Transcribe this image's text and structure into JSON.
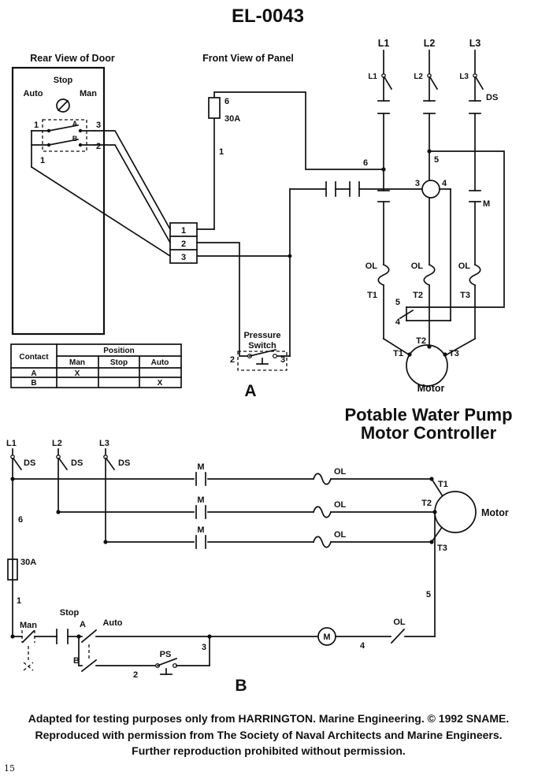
{
  "page": {
    "title": "EL-0043",
    "subtitle_line1": "Potable Water Pump",
    "subtitle_line2": "Motor Controller",
    "section_a_label": "A",
    "section_b_label": "B"
  },
  "diagram_a": {
    "rear_view_title": "Rear View of Door",
    "front_view_title": "Front View of Panel",
    "selector": {
      "stop": "Stop",
      "auto": "Auto",
      "man": "Man",
      "contact_a": "A",
      "contact_b": "B",
      "term_1_top": "1",
      "term_3": "3",
      "term_2": "2",
      "term_1_bottom": "1"
    },
    "fuse": {
      "wire_6": "6",
      "rating": "30A",
      "wire_1": "1"
    },
    "terminal_block": {
      "t1": "1",
      "t2": "2",
      "t3": "3"
    },
    "power": {
      "l1": "L1",
      "l2": "L2",
      "l3": "L3",
      "l1_small": "L1",
      "l2_small": "L2",
      "l3_small": "L3",
      "ds": "DS",
      "wire_6": "6",
      "wire_5": "5",
      "m_label": "M",
      "coil_wire_3": "3",
      "coil_wire_4": "4",
      "aux_wire_5": "5",
      "aux_wire_4": "4",
      "ol_1": "OL",
      "ol_2": "OL",
      "ol_3": "OL",
      "t1": "T1",
      "t2": "T2",
      "t3": "T3",
      "motor_t1": "T1",
      "motor_t2": "T2",
      "motor_t3": "T3",
      "motor_label": "Motor"
    },
    "pressure_switch": {
      "title_line1": "Pressure",
      "title_line2": "Switch",
      "wire_2": "2",
      "wire_3": "3"
    },
    "contact_table": {
      "contact_header": "Contact",
      "position_header": "Position",
      "col_man": "Man",
      "col_stop": "Stop",
      "col_auto": "Auto",
      "row_a_name": "A",
      "row_a_man": "X",
      "row_a_stop": "",
      "row_a_auto": "",
      "row_b_name": "B",
      "row_b_man": "",
      "row_b_stop": "",
      "row_b_auto": "X"
    }
  },
  "diagram_b": {
    "l1": "L1",
    "l2": "L2",
    "l3": "L3",
    "ds_1": "DS",
    "ds_2": "DS",
    "ds_3": "DS",
    "wire_6": "6",
    "fuse_rating": "30A",
    "wire_1": "1",
    "man": "Man",
    "stop": "Stop",
    "contact_a": "A",
    "auto": "Auto",
    "contact_b": "B",
    "wire_2": "2",
    "ps": "PS",
    "wire_3": "3",
    "coil_m": "M",
    "wire_4": "4",
    "ol_contact": "OL",
    "wire_5": "5",
    "m_1": "M",
    "m_2": "M",
    "m_3": "M",
    "ol_1": "OL",
    "ol_2": "OL",
    "ol_3": "OL",
    "t1": "T1",
    "t2": "T2",
    "t3": "T3",
    "motor_label": "Motor"
  },
  "footer": {
    "line1": "Adapted for testing purposes only from HARRINGTON.  Marine Engineering. © 1992 SNAME.",
    "line2": "Reproduced with permission from The Society of Naval Architects and Marine Engineers.",
    "line3": "Further reproduction prohibited without permission.",
    "page_number": "15"
  }
}
